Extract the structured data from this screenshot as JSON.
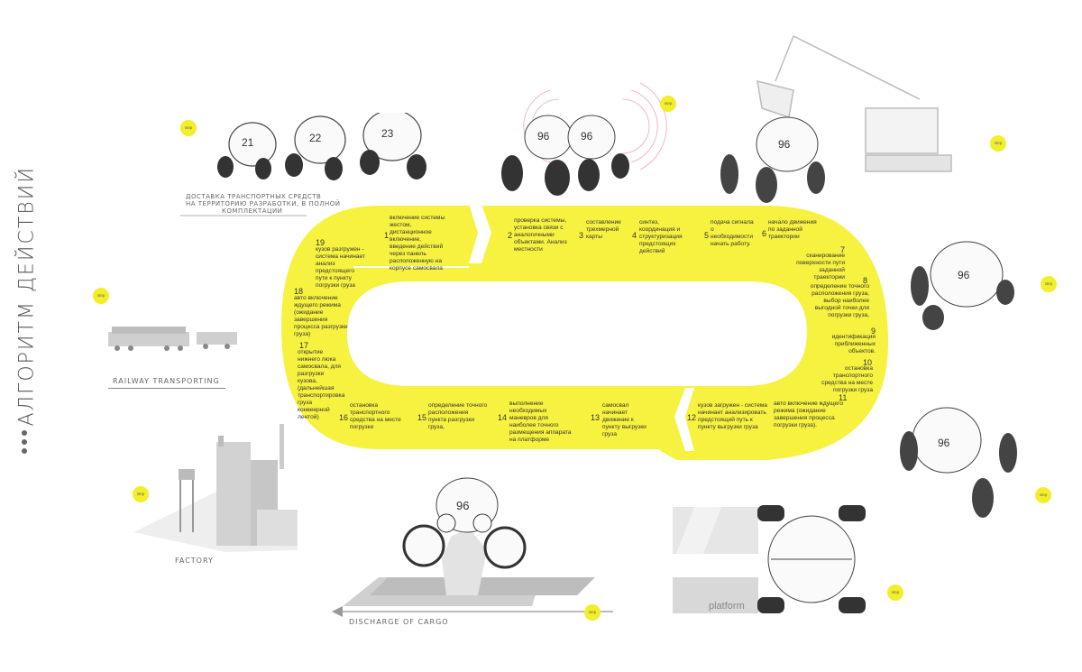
{
  "title": "АЛГОРИТМ ДЕЙСТВИЙ",
  "delivery_note": [
    "ДОСТАВКА ТРАНСПОРТНЫХ СРЕДСТВ",
    "НА ТЕРРИТОРИЮ РАЗРАБОТКИ, В ПОЛНОЙ",
    "КОМПЛЕКТАЦИИ"
  ],
  "labels": {
    "railway": "RAILWAY TRANSPORTING",
    "factory": "FACTORY",
    "discharge": "DISCHARGE OF CARGO",
    "platform": "platform"
  },
  "vehicle_numbers": [
    "21",
    "22",
    "23",
    "96",
    "96",
    "96",
    "96",
    "96",
    "96"
  ],
  "step_badge": "step",
  "steps": [
    {
      "n": "1",
      "text": "включение системы жестом, дистанционное включение, введение действий через панель расположенную на корпусе самосвала"
    },
    {
      "n": "2",
      "text": "проверка системы, установка связи с аналогичными объектами. Анализ местности"
    },
    {
      "n": "3",
      "text": "составление трехмерной карты"
    },
    {
      "n": "4",
      "text": "синтез, координация и структуризация предстоящих действий"
    },
    {
      "n": "5",
      "text": "подача сигнала о необходимости начать работу."
    },
    {
      "n": "6",
      "text": "начало движения по заданной траектории"
    },
    {
      "n": "7",
      "text": "сканирование поверхности пути заданной траектории"
    },
    {
      "n": "8",
      "text": "определение точного расположения груза, выбор наиболее выгодной точки для погрузки груза,"
    },
    {
      "n": "9",
      "text": "идентификация приближенных объектов."
    },
    {
      "n": "10",
      "text": "остановка транспортного средства на месте погрузки груза"
    },
    {
      "n": "11",
      "text": "авто включение ждущего режима (ожидание завершения процесса погрузки груза)."
    },
    {
      "n": "12",
      "text": "кузов загружен - система начинает анализировать предстоящий путь к пункту выгрузки груза"
    },
    {
      "n": "13",
      "text": "самосвал начинает движение к пункту выгрузки груза"
    },
    {
      "n": "14",
      "text": "выполнение необходимых маневров для наиболее точного размещения аппарата на платформе"
    },
    {
      "n": "15",
      "text": "определение точного расположения пункта разгрузки груза,"
    },
    {
      "n": "16",
      "text": "остановка транспортного средства на месте погрузки"
    },
    {
      "n": "17",
      "text": "открытие нижнего люка самосвала, для разгрузки кузова,(дальнейшая транспортировка груза конвеерной лентой)"
    },
    {
      "n": "18",
      "text": "авто включение ждущего режима (ожидание завершения процесса разгрузки груза)"
    },
    {
      "n": "19",
      "text": "кузов разгружен - система начинает анализ предстоящего пути к пункту погрузки груза"
    }
  ],
  "colors": {
    "accent": "#f4ef3a",
    "loop": "#f6f23f",
    "text": "#333333"
  }
}
